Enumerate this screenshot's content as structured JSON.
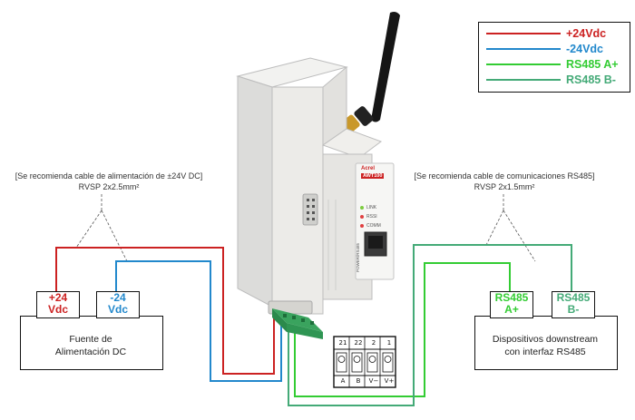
{
  "legend": {
    "items": [
      {
        "label": "+24Vdc",
        "color": "#cc2222"
      },
      {
        "label": "-24Vdc",
        "color": "#2288cc"
      },
      {
        "label": "RS485 A+",
        "color": "#33cc33"
      },
      {
        "label": "RS485 B-",
        "color": "#44aa77"
      }
    ]
  },
  "notes": {
    "power": {
      "line1": "[Se recomienda cable de alimentación de ±24V DC]",
      "line2": "RVSP 2x2.5mm²"
    },
    "comm": {
      "line1": "[Se recomienda cable de comunicaciones RS485]",
      "line2": "RVSP 2x1.5mm²"
    }
  },
  "power_supply": {
    "label_line1": "Fuente de",
    "label_line2": "Alimentación DC",
    "term_plus_line1": "+24",
    "term_plus_line2": "Vdc",
    "term_minus_line1": "-24",
    "term_minus_line2": "Vdc"
  },
  "downstream": {
    "label_line1": "Dispositivos downstream",
    "label_line2": "con interfaz RS485",
    "term_a_line1": "RS485",
    "term_a_line2": "A+",
    "term_b_line1": "RS485",
    "term_b_line2": "B-"
  },
  "device": {
    "brand": "Acrel",
    "model": "AWT100",
    "leds": [
      "LINK",
      "RSSI",
      "COMM"
    ],
    "side_text": "POWER/RS485"
  },
  "terminal_block": {
    "top_numbers": [
      "21",
      "22",
      "2",
      "1"
    ],
    "bottom_labels": [
      "A",
      "B",
      "V−",
      "V+"
    ]
  },
  "colors": {
    "plus": "#cc2222",
    "minus": "#2288cc",
    "rs485_a": "#33cc33",
    "rs485_b": "#44aa77"
  }
}
